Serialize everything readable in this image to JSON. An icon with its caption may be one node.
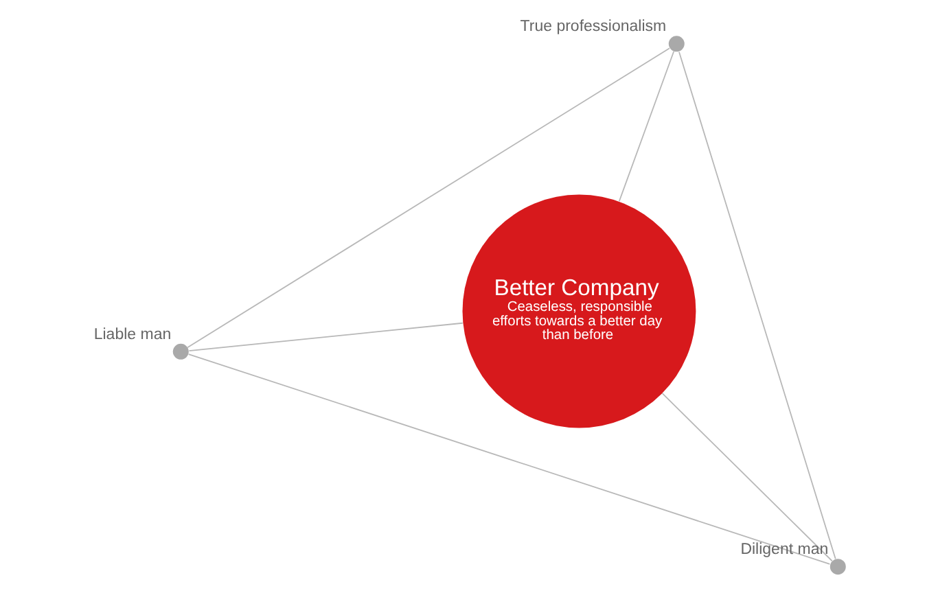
{
  "diagram": {
    "nodes": [
      {
        "text": [],
        "shape": "circle",
        "beside": [
          "True professionalism"
        ]
      },
      {
        "text": [
          "Better Company",
          "Ceaseless, responsible efforts towards a better day than before"
        ]
      },
      {
        "text": [],
        "shape": "circle",
        "beside": [
          "Liable man"
        ]
      },
      {
        "text": [],
        "shape": "circle",
        "beside": [
          "Diligent man"
        ]
      }
    ],
    "edges": [
      {
        "from": 0,
        "to": 2,
        "arrow": "none"
      },
      {
        "from": 0,
        "to": 3,
        "arrow": "none"
      },
      {
        "from": 0,
        "to": 1,
        "arrow": "none"
      },
      {
        "from": 2,
        "to": 1,
        "arrow": "none"
      },
      {
        "from": 2,
        "to": 3,
        "arrow": "none"
      },
      {
        "from": 3,
        "to": 1,
        "arrow": "none"
      }
    ]
  }
}
